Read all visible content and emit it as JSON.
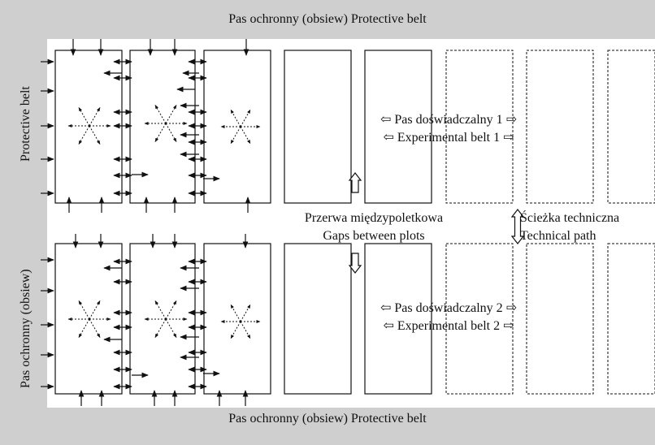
{
  "labels": {
    "top_belt": "Pas ochronny (obsiew) Protective belt",
    "bottom_belt": "Pas ochronny (obsiew) Protective belt",
    "left_top": "Protective belt",
    "left_bottom": "Pas ochronny (obsiew)",
    "exp_belt_1_pl": "⇦ Pas doświadczalny 1 ⇨",
    "exp_belt_1_en": "⇦ Experimental belt 1 ⇨",
    "exp_belt_2_pl": "⇦ Pas doświadczalny 2 ⇨",
    "exp_belt_2_en": "⇦ Experimental belt 2 ⇨",
    "gaps_pl": "Przerwa międzypoletkowa",
    "gaps_en": "Gaps between plots",
    "path_pl": "Ścieżka techniczna",
    "path_en": "Technical path"
  },
  "colors": {
    "background_belt": "#cfcfcf",
    "field": "#ffffff",
    "lines": "#111111"
  }
}
